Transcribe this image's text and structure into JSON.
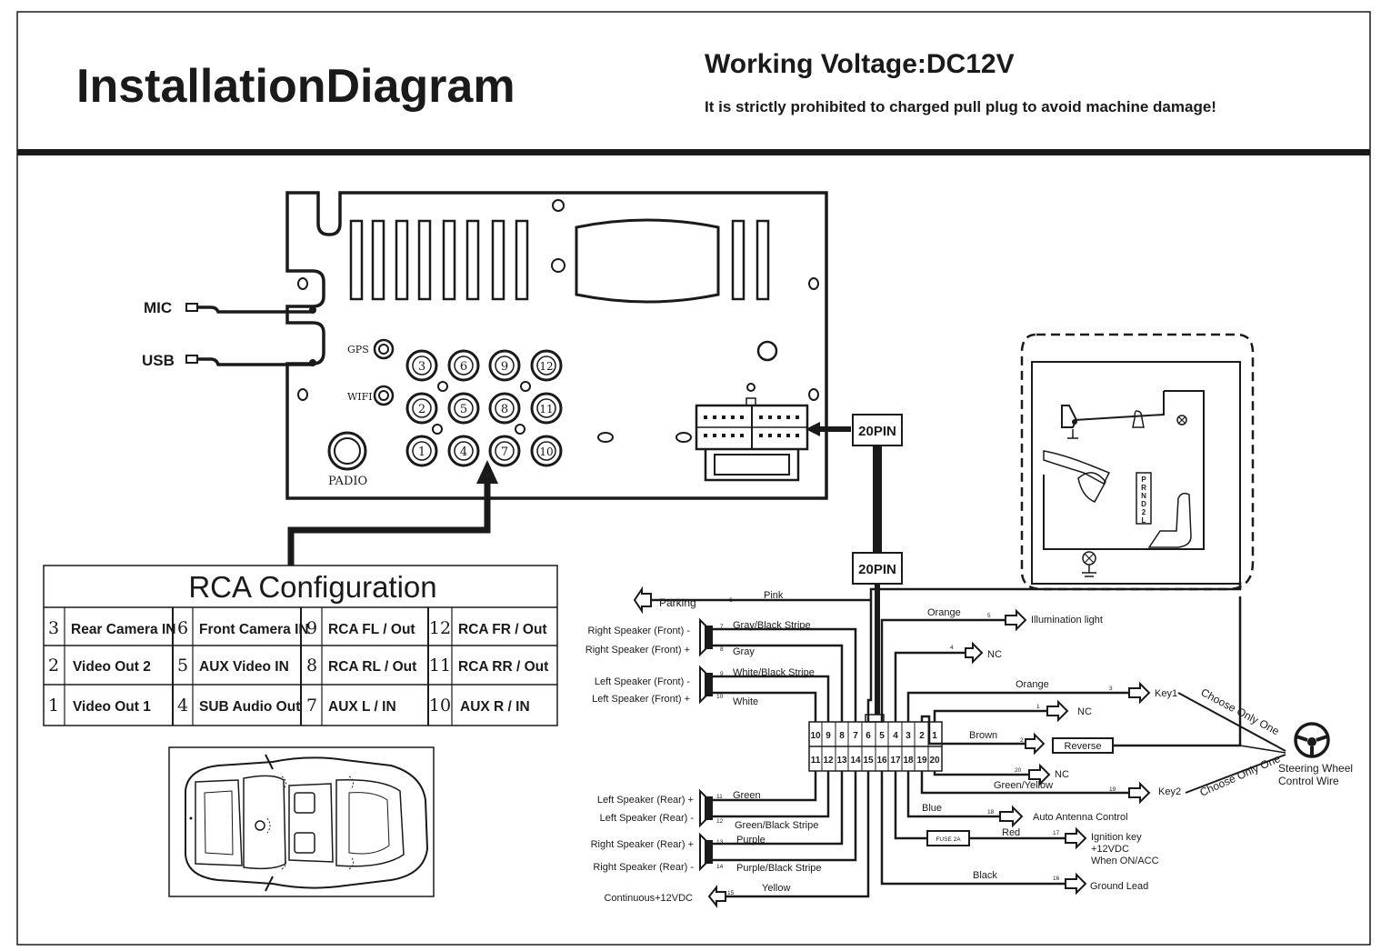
{
  "header": {
    "title": "InstallationDiagram",
    "voltage": "Working Voltage:DC12V",
    "warning": "It is strictly prohibited to charged pull plug to avoid machine damage!"
  },
  "unit": {
    "mic_label": "MIC",
    "usb_label": "USB",
    "gps_label": "GPS",
    "wifi_label": "WIFI",
    "radio_label": "PADIO",
    "rca_jacks": [
      "3",
      "6",
      "9",
      "12",
      "2",
      "5",
      "8",
      "11",
      "1",
      "4",
      "7",
      "10"
    ]
  },
  "connector": {
    "top_label": "20PIN",
    "bottom_label": "20PIN"
  },
  "rca_table": {
    "title": "RCA Configuration",
    "rows": [
      [
        {
          "num": "3",
          "label": "Rear Camera IN"
        },
        {
          "num": "6",
          "label": "Front Camera IN"
        },
        {
          "num": "9",
          "label": "RCA  FL / Out"
        },
        {
          "num": "12",
          "label": "RCA  FR / Out"
        }
      ],
      [
        {
          "num": "2",
          "label": "Video Out 2"
        },
        {
          "num": "5",
          "label": "AUX Video IN"
        },
        {
          "num": "8",
          "label": "RCA  RL / Out"
        },
        {
          "num": "11",
          "label": "RCA  RR / Out"
        }
      ],
      [
        {
          "num": "1",
          "label": "Video Out 1"
        },
        {
          "num": "4",
          "label": "SUB Audio Out"
        },
        {
          "num": "7",
          "label": "AUX  L / IN"
        },
        {
          "num": "10",
          "label": "AUX  R / IN"
        }
      ]
    ]
  },
  "harness": {
    "top_pins": [
      "10",
      "9",
      "8",
      "7",
      "6",
      "5",
      "4",
      "3",
      "2",
      "1"
    ],
    "bottom_pins": [
      "11",
      "12",
      "13",
      "14",
      "15",
      "16",
      "17",
      "18",
      "19",
      "20"
    ],
    "left": {
      "parking": {
        "label": "Parking",
        "pin": "6",
        "color": "Pink"
      },
      "rf_minus": {
        "label": "Right Speaker (Front) -",
        "pin": "7",
        "color": "Gray/Black Stripe"
      },
      "rf_plus": {
        "label": "Right Speaker (Front) +",
        "pin": "8",
        "color": "Gray"
      },
      "lf_minus": {
        "label": "Left Speaker (Front) -",
        "pin": "9",
        "color": "White/Black Stripe"
      },
      "lf_plus": {
        "label": "Left Speaker (Front) +",
        "pin": "10",
        "color": "White"
      },
      "lr_plus": {
        "label": "Left Speaker (Rear) +",
        "pin": "11",
        "color": "Green"
      },
      "lr_minus": {
        "label": "Left Speaker (Rear) -",
        "pin": "12",
        "color": "Green/Black Stripe"
      },
      "rr_plus": {
        "label": "Right Speaker (Rear) +",
        "pin": "13",
        "color": "Purple"
      },
      "rr_minus": {
        "label": "Right Speaker (Rear) -",
        "pin": "14",
        "color": "Purple/Black Stripe"
      },
      "continuous": {
        "label": "Continuous+12VDC",
        "pin": "15",
        "color": "Yellow"
      }
    },
    "right": {
      "illumination": {
        "label": "Illumination light",
        "pin": "5",
        "color": "Orange"
      },
      "nc4": {
        "label": "NC",
        "pin": "4"
      },
      "key1": {
        "label": "Key1",
        "pin": "3",
        "color": "Orange"
      },
      "nc1": {
        "label": "NC",
        "pin": "1"
      },
      "reverse": {
        "label": "Reverse",
        "pin": "2",
        "color": "Brown"
      },
      "nc20": {
        "label": "NC",
        "pin": "20"
      },
      "key2": {
        "label": "Key2",
        "pin": "19",
        "color": "Green/Yellow"
      },
      "antenna": {
        "label": "Auto Antenna  Control",
        "pin": "18",
        "color": "Blue"
      },
      "ignition": {
        "label1": "Ignition key",
        "label2": "+12VDC",
        "label3": "When ON/ACC",
        "pin": "17",
        "color": "Red",
        "fuse": "FUSE 2A"
      },
      "ground": {
        "label": "Ground Lead",
        "pin": "16",
        "color": "Black"
      }
    },
    "choose_top": "Choose Only One",
    "choose_bottom": "Choose Only One",
    "steering_1": "Steering Wheel",
    "steering_2": "Control Wire"
  },
  "gear": [
    "P",
    "R",
    "N",
    "D",
    "2",
    "L"
  ]
}
